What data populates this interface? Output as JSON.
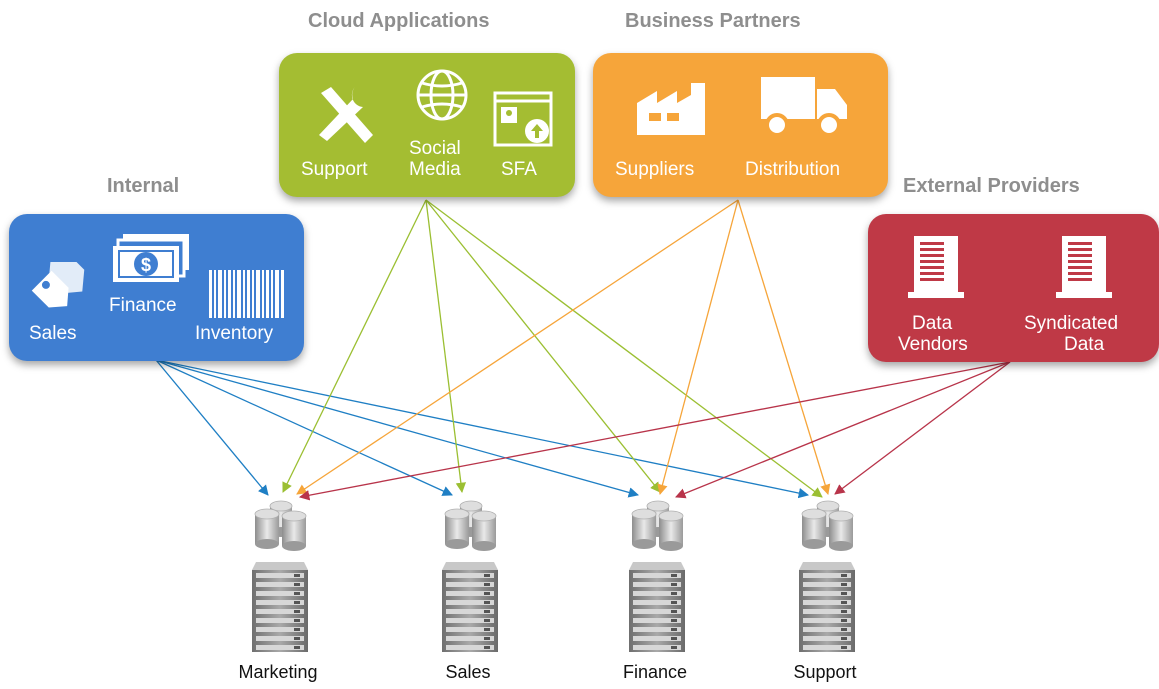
{
  "groups": {
    "internal": {
      "title": "Internal",
      "color": "#3f7ed1",
      "items": {
        "sales": "Sales",
        "finance": "Finance",
        "inventory": "Inventory"
      }
    },
    "cloud": {
      "title": "Cloud Applications",
      "color": "#a4bd32",
      "items": {
        "support": "Support",
        "social_line1": "Social",
        "social_line2": "Media",
        "sfa": "SFA"
      }
    },
    "partners": {
      "title": "Business Partners",
      "color": "#f6a53a",
      "items": {
        "suppliers": "Suppliers",
        "distribution": "Distribution"
      }
    },
    "external": {
      "title": "External Providers",
      "color": "#bf3946",
      "items": {
        "vendors_line1": "Data",
        "vendors_line2": "Vendors",
        "syndicated_line1": "Syndicated",
        "syndicated_line2": "Data"
      }
    }
  },
  "targets": {
    "marketing": "Marketing",
    "sales": "Sales",
    "finance": "Finance",
    "support": "Support"
  },
  "link_colors": {
    "internal": "#1f7fc4",
    "cloud": "#9bbf32",
    "partners": "#f6a53a",
    "external": "#b8344a"
  }
}
